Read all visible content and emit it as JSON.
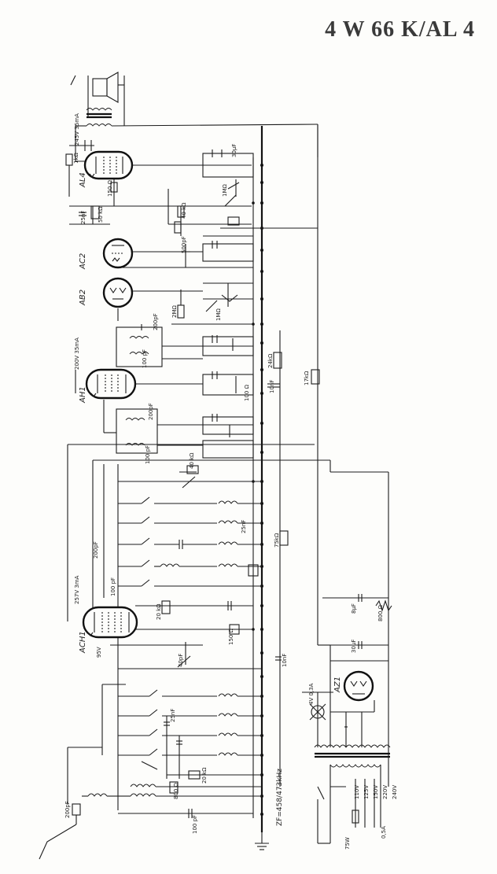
{
  "title": "4 W 66 K/AL 4",
  "tubes": [
    "AL4",
    "AC2",
    "AB2",
    "AH1",
    "ACH1",
    "AZ1"
  ],
  "annotations": {
    "al4_supply": "245V 35mA",
    "ah1_supply": "200V 35mA",
    "ach1_supply": "257V 3mA",
    "ach1_bias": "95V",
    "if_frequency": "ZF=458/473kHz",
    "lamp": "4V 0,3A",
    "mains_power": "75W",
    "fuse": "0,5A",
    "tap_voltages": [
      "110V",
      "125V",
      "150V",
      "220V",
      "240V"
    ]
  },
  "components": {
    "r_1k": "1kΩ",
    "r_150": "150 Ω",
    "c_25nf": "25nF",
    "r_50": "50 kΩ",
    "r_2m": "2MΩ",
    "r_1m": "1MΩ",
    "r_100": "100 Ω",
    "r_20k": "20 kΩ",
    "r_40k": "40 kΩ",
    "c_30uf": "30μF",
    "c_8uf": "8μF",
    "c_200pf": "200pF",
    "c_100pf": "100 pF",
    "c_500pf": "500pF",
    "c_10nf": "10nF",
    "r_17k": "17kΩ",
    "r_24k": "24kΩ",
    "r_800": "800 Ω",
    "c_40pf": "40pF",
    "r_75k": "75kΩ",
    "r_2mohm": "2MΩ"
  }
}
